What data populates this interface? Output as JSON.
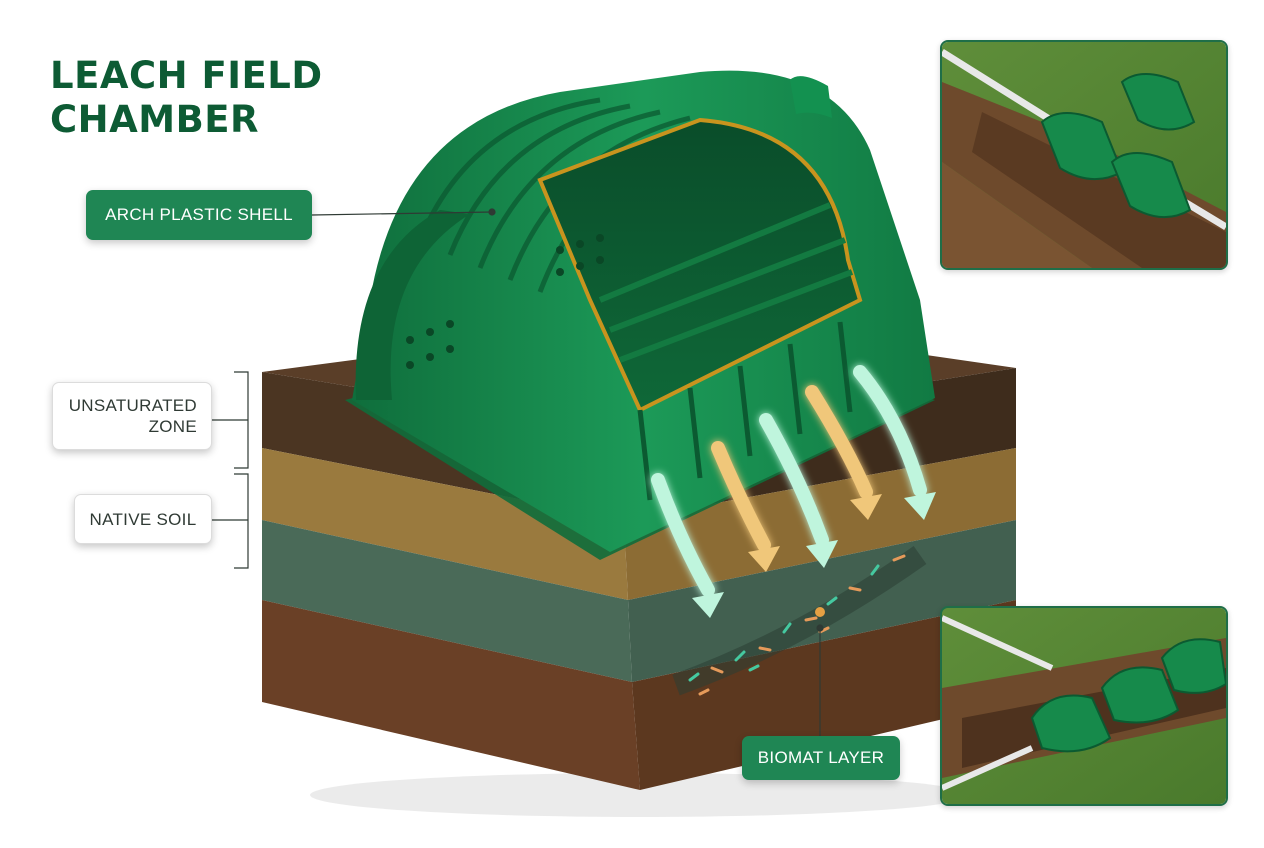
{
  "title": {
    "line1": "LEACH FIELD",
    "line2": "CHAMBER"
  },
  "labels": {
    "arch_plastic_shell": "ARCH PLASTIC SHELL",
    "unsaturated_zone_line1": "UNSATURATED",
    "unsaturated_zone_line2": "ZONE",
    "native_soil": "NATIVE SOIL",
    "biomat_layer": "BIOMAT LAYER"
  },
  "colors": {
    "title_green": "#0d5b34",
    "chamber_green": "#178a4e",
    "label_green": "#1f8654",
    "arrow_mint": "#bff5dd",
    "arrow_tan": "#f0c77a"
  }
}
